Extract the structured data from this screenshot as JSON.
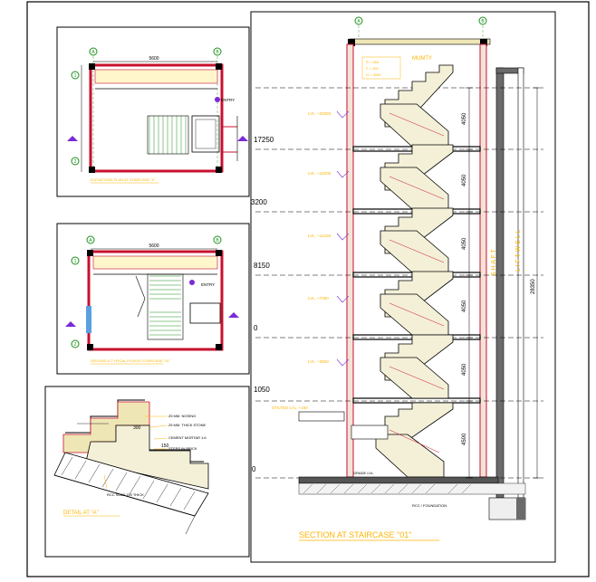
{
  "section": {
    "title": "SECTION AT STAIRCASE \"01\"",
    "mumty_label": "MUMTY",
    "mumty_notes": [
      "R = 350",
      "F = 150",
      "H = 3000"
    ],
    "shaft_label": "S H A F T",
    "lift_label": "L I F T   W E L L",
    "overall_height": "28350",
    "grid_top_left": "A",
    "grid_top_right": "B",
    "floor_dims": [
      "4050",
      "4050",
      "4050",
      "4050",
      "4050",
      "4500"
    ],
    "level_labels": [
      "LVL. +20250",
      "LVL. +16200",
      "LVL. +12150",
      "LVL. +7050",
      "LVL. +3600",
      "STILTED LVL. +150"
    ],
    "left_levels": [
      "17250",
      "3200",
      "8150",
      "0",
      "1050",
      "0"
    ],
    "ground_note": "GRADE LVL.",
    "bottom_note": "RCC / FOUNDATION"
  },
  "plan_top": {
    "title": "ELEVATIONS PLAN AT STAIRCASE \"0\"",
    "dim": "5600",
    "grid_a": "A",
    "grid_b": "B",
    "grid_1": "1",
    "grid_2": "2",
    "entry": "ENTRY"
  },
  "plan_mid": {
    "title": "GROUND & TYPICAL PLAN AT STAIRCASE \"01\"",
    "dim": "5600",
    "grid_a": "A",
    "grid_b": "B",
    "grid_1": "1",
    "grid_2": "2",
    "entry": "ENTRY"
  },
  "detail": {
    "title": "DETAIL AT \"A\"",
    "dim_tread": "300",
    "dim_riser": "150",
    "notes": [
      "25 MM. NOSING",
      "25 MM. THICK STONE",
      "CEMENT MORTAR 1:6",
      "STEPS IN BRICK"
    ],
    "slab_note": "RCC SLAB 150 THICK"
  },
  "colors": {
    "frame": "#000000",
    "annotation": "#ffd200",
    "hatch": "#c8102e",
    "dimension": "#7a2bd6",
    "grid_green": "#1a8f1a"
  }
}
